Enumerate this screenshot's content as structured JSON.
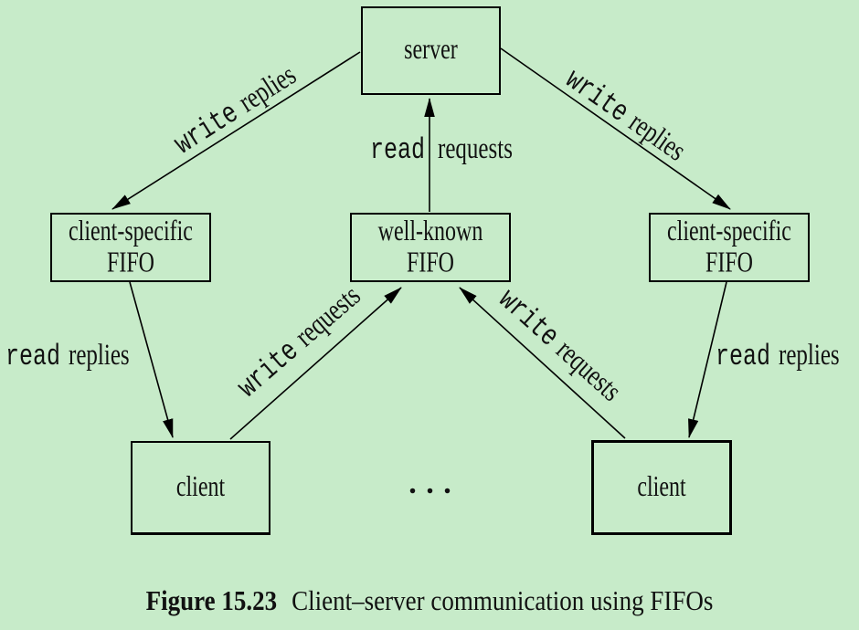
{
  "figure": {
    "background_color": "#c7ebc9",
    "line_color": "#000000"
  },
  "boxes": {
    "server": {
      "label": "server"
    },
    "left_fifo": {
      "line1": "client-specific",
      "line2": "FIFO"
    },
    "center_fifo": {
      "line1": "well-known",
      "line2": "FIFO"
    },
    "right_fifo": {
      "line1": "client-specific",
      "line2": "FIFO"
    },
    "left_client": {
      "label": "client"
    },
    "right_client": {
      "label": "client"
    }
  },
  "arrow_labels": {
    "left_write_replies": {
      "mono": "write",
      "serif": "replies"
    },
    "right_write_replies": {
      "mono": "write",
      "serif": "replies"
    },
    "read_requests": {
      "mono": "read",
      "serif": "requests"
    },
    "left_read_replies": {
      "mono": "read",
      "serif": "replies"
    },
    "right_read_replies": {
      "mono": "read",
      "serif": "replies"
    },
    "left_write_requests": {
      "mono": "write",
      "serif": "requests"
    },
    "right_write_requests": {
      "mono": "write",
      "serif": "requests"
    }
  },
  "ellipsis": ". . .",
  "caption": {
    "number": "Figure 15.23",
    "text": "Client–server communication using FIFOs"
  }
}
